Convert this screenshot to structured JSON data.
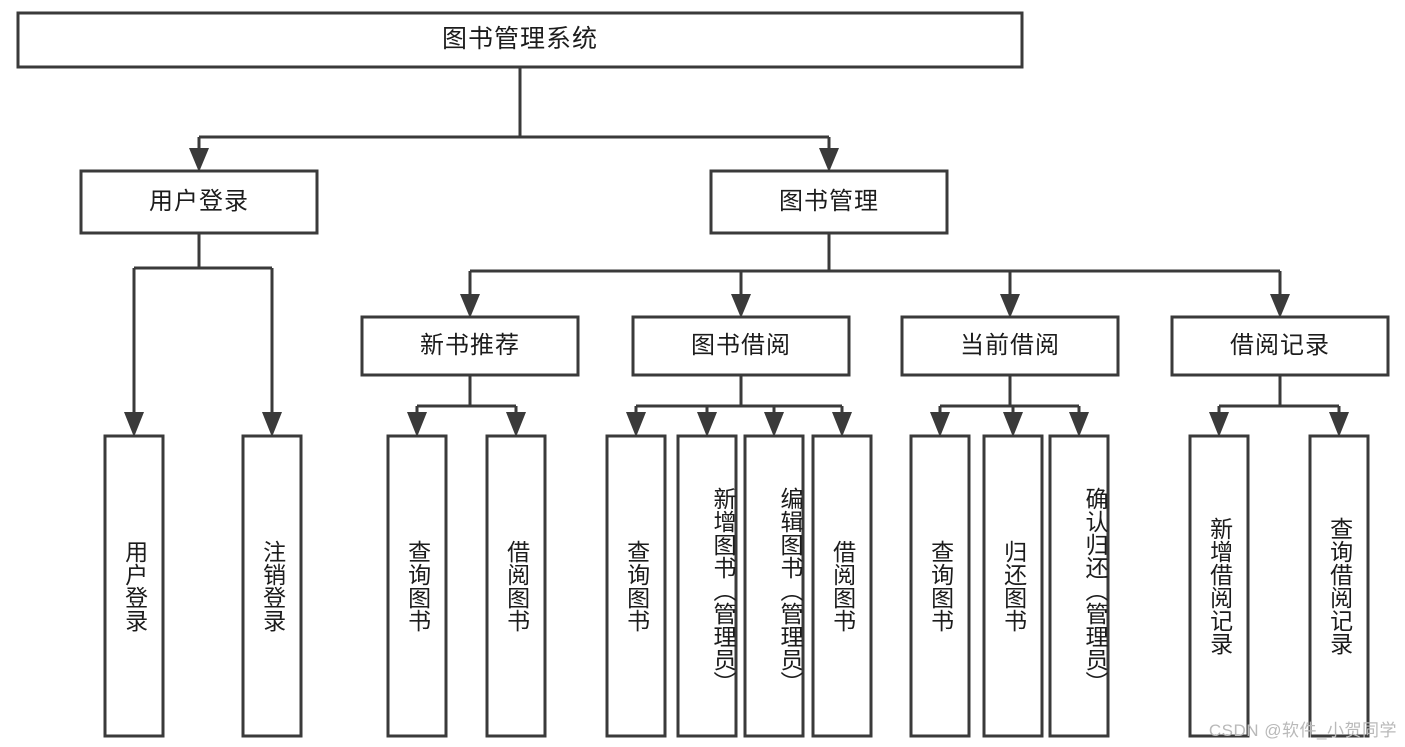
{
  "diagram": {
    "kind": "function-hierarchy-tree",
    "title": "图书管理系统",
    "colors": {
      "background": "#ffffff",
      "box_fill": "#ffffff",
      "stroke": "#3a3a3a",
      "text": "#1c1c1c",
      "watermark": "#b9b9b9"
    },
    "levels": {
      "root": {
        "label": "图书管理系统"
      },
      "level2": [
        {
          "label": "用户登录"
        },
        {
          "label": "图书管理"
        }
      ],
      "level3": [
        {
          "label": "新书推荐"
        },
        {
          "label": "图书借阅"
        },
        {
          "label": "当前借阅"
        },
        {
          "label": "借阅记录"
        }
      ],
      "leaves": [
        {
          "label": "用户登录",
          "parent": "用户登录"
        },
        {
          "label": "注销登录",
          "parent": "用户登录"
        },
        {
          "label": "查询图书",
          "parent": "新书推荐"
        },
        {
          "label": "借阅图书",
          "parent": "新书推荐"
        },
        {
          "label": "查询图书",
          "parent": "图书借阅"
        },
        {
          "label": "新增图书（管理员）",
          "parent": "图书借阅"
        },
        {
          "label": "编辑图书（管理员）",
          "parent": "图书借阅"
        },
        {
          "label": "借阅图书",
          "parent": "图书借阅"
        },
        {
          "label": "查询图书",
          "parent": "当前借阅"
        },
        {
          "label": "归还图书",
          "parent": "当前借阅"
        },
        {
          "label": "确认归还（管理员）",
          "parent": "当前借阅"
        },
        {
          "label": "新增借阅记录",
          "parent": "借阅记录"
        },
        {
          "label": "查询借阅记录",
          "parent": "借阅记录"
        }
      ]
    }
  },
  "watermark": {
    "text": "CSDN @软件_小贺同学"
  }
}
